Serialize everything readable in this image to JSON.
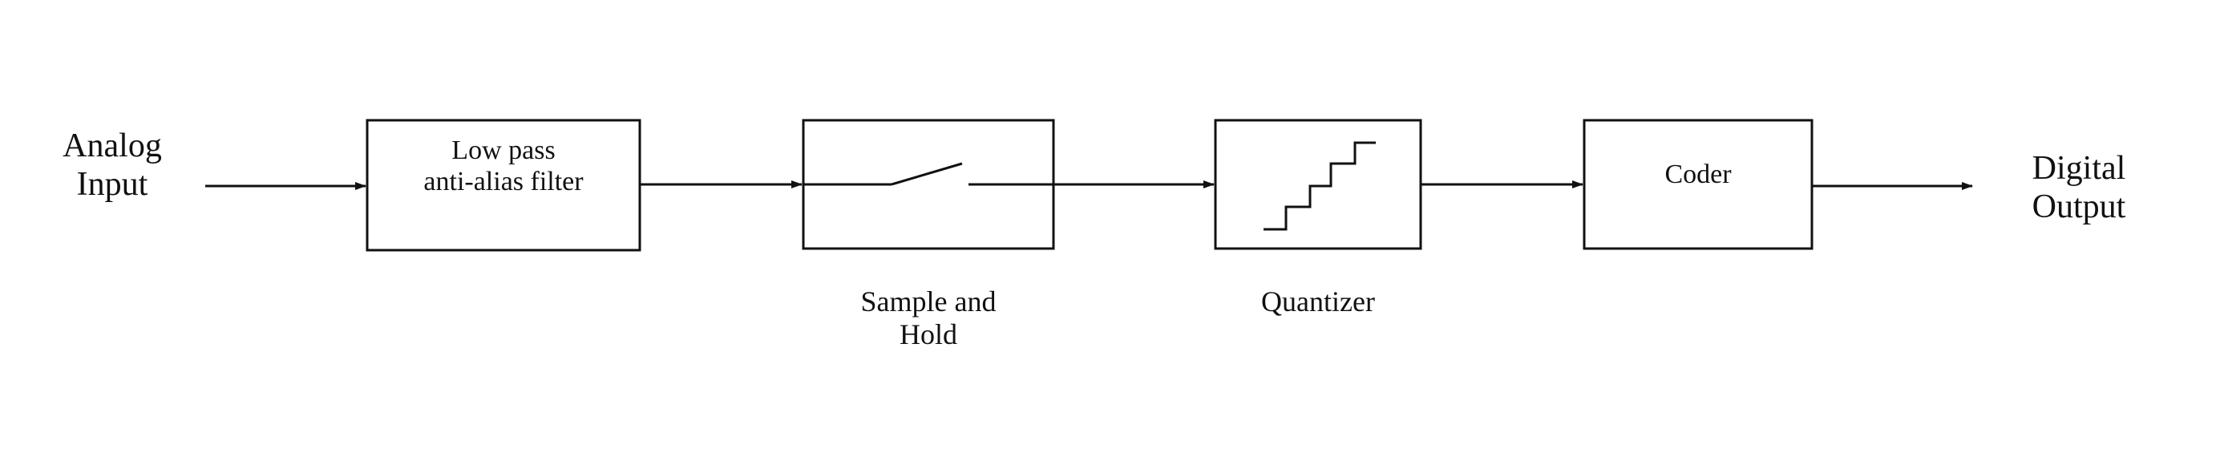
{
  "input_label": [
    "Analog",
    "Input"
  ],
  "output_label": [
    "Digital",
    "Output"
  ],
  "blocks": {
    "filter": {
      "lines": [
        "Low pass",
        "anti-alias filter"
      ]
    },
    "sample_hold": {
      "lines": [
        "Sample and",
        "Hold"
      ],
      "icon": "switch-icon"
    },
    "quantizer": {
      "lines": [
        "Quantizer"
      ],
      "icon": "staircase-icon"
    },
    "coder": {
      "lines": [
        "Coder"
      ]
    }
  },
  "colors": {
    "stroke": "#111111",
    "background": "#ffffff"
  }
}
